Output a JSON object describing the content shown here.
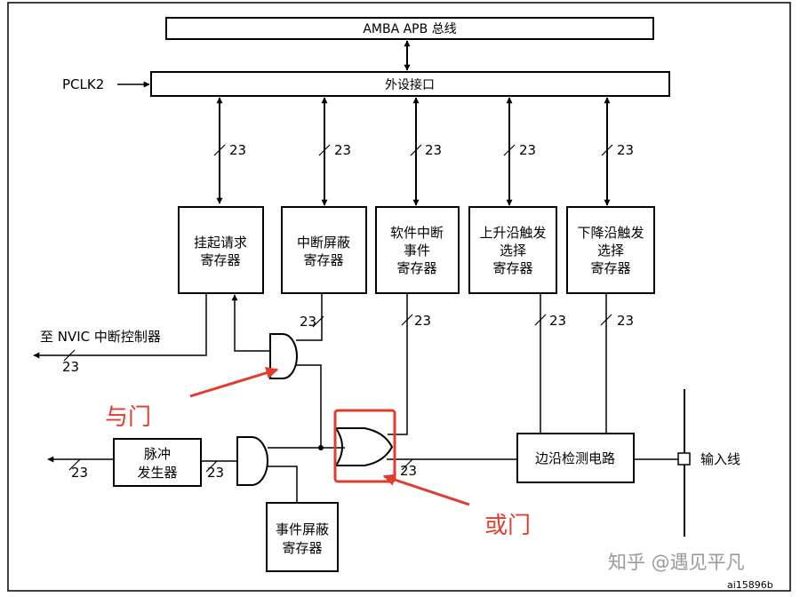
{
  "diagram": {
    "bus_label": "AMBA APB 总线",
    "interface_label": "外设接口",
    "clock_label": "PCLK2",
    "bus_width": "23",
    "registers": [
      [
        "挂起请求",
        "寄存器"
      ],
      [
        "中断屏蔽",
        "寄存器"
      ],
      [
        "软件中断",
        "事件",
        "寄存器"
      ],
      [
        "上升沿触发",
        "选择",
        "寄存器"
      ],
      [
        "下降沿触发",
        "选择",
        "寄存器"
      ]
    ],
    "nvic_label": "至 NVIC 中断控制器",
    "pulse_generator": [
      "脉冲",
      "发生器"
    ],
    "event_mask_register": [
      "事件屏蔽",
      "寄存器"
    ],
    "edge_detect_label": "边沿检测电路",
    "input_line_label": "输入线",
    "and_gate_annotation": "与门",
    "or_gate_annotation": "或门",
    "annotation_color": "#e23c2e",
    "watermark": "知乎 @遇见平凡",
    "figure_id": "ai15896b"
  }
}
